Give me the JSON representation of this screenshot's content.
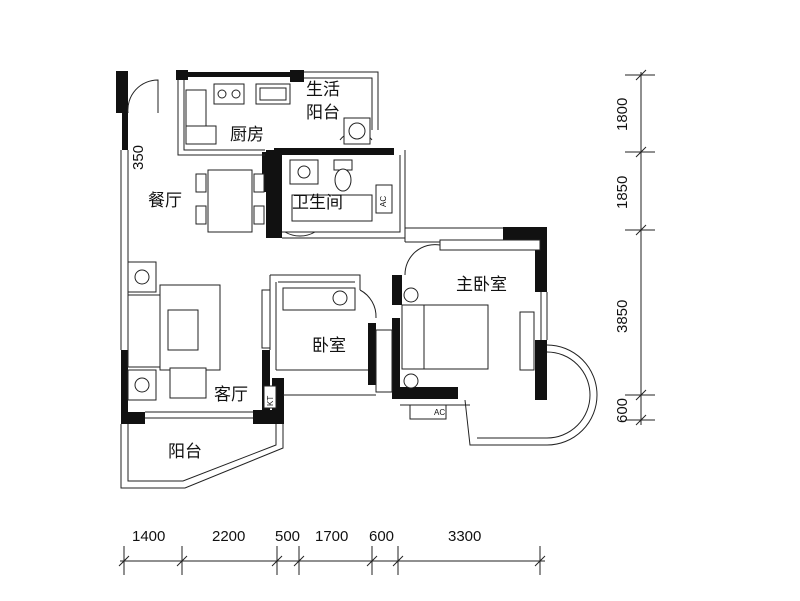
{
  "rooms": {
    "living_balcony": "生活",
    "living_balcony_2": "阳台",
    "kitchen": "厨房",
    "dining": "餐厅",
    "bathroom": "卫生间",
    "master_bedroom": "主卧室",
    "bedroom": "卧室",
    "living_room": "客厅",
    "balcony": "阳台"
  },
  "dims_right": [
    "1800",
    "1850",
    "3850",
    "600"
  ],
  "dims_bottom": [
    "1400",
    "2200",
    "500",
    "1700",
    "600",
    "3300"
  ],
  "dim_left": "350",
  "marks": {
    "ac_1": "AC",
    "ac_2": "AC",
    "kt": "KT"
  }
}
